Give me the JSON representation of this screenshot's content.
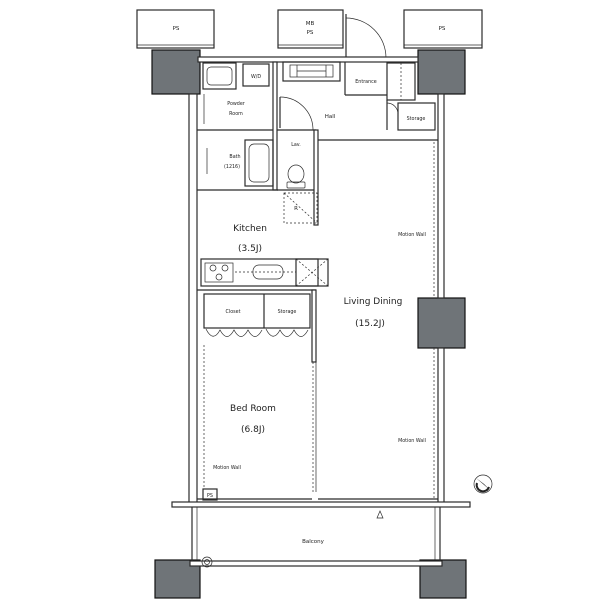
{
  "plan": {
    "top_shafts": {
      "left": "PS",
      "middle_top": "MB",
      "middle_bottom": "PS",
      "right": "PS"
    },
    "entrance": "Entrance",
    "washer_dryer": "W/D",
    "powder_room": [
      "Powder",
      "Room"
    ],
    "hall": "Hall",
    "entrance_storage": "Storage",
    "bath": "Bath",
    "bath_size": "(1216)",
    "lavatory": "Lav.",
    "refrigerator": "R",
    "kitchen": "Kitchen",
    "kitchen_size": "(3.5J)",
    "living_dining": "Living Dining",
    "living_dining_size": "(15.2J)",
    "closet": "Closet",
    "bedroom_storage": "Storage",
    "bedroom": "Bed Room",
    "bedroom_size": "(6.8J)",
    "balcony": "Balcony",
    "balcony_shaft": "PS",
    "motion_walls": [
      "Motion Wall",
      "Motion Wall",
      "Motion Wall"
    ]
  },
  "colors": {
    "line": "#2b2b2b",
    "column": "#6f7478",
    "background": "#ffffff"
  },
  "icons": {
    "compass": "north-arrow-icon",
    "drain": "drain-icon"
  }
}
